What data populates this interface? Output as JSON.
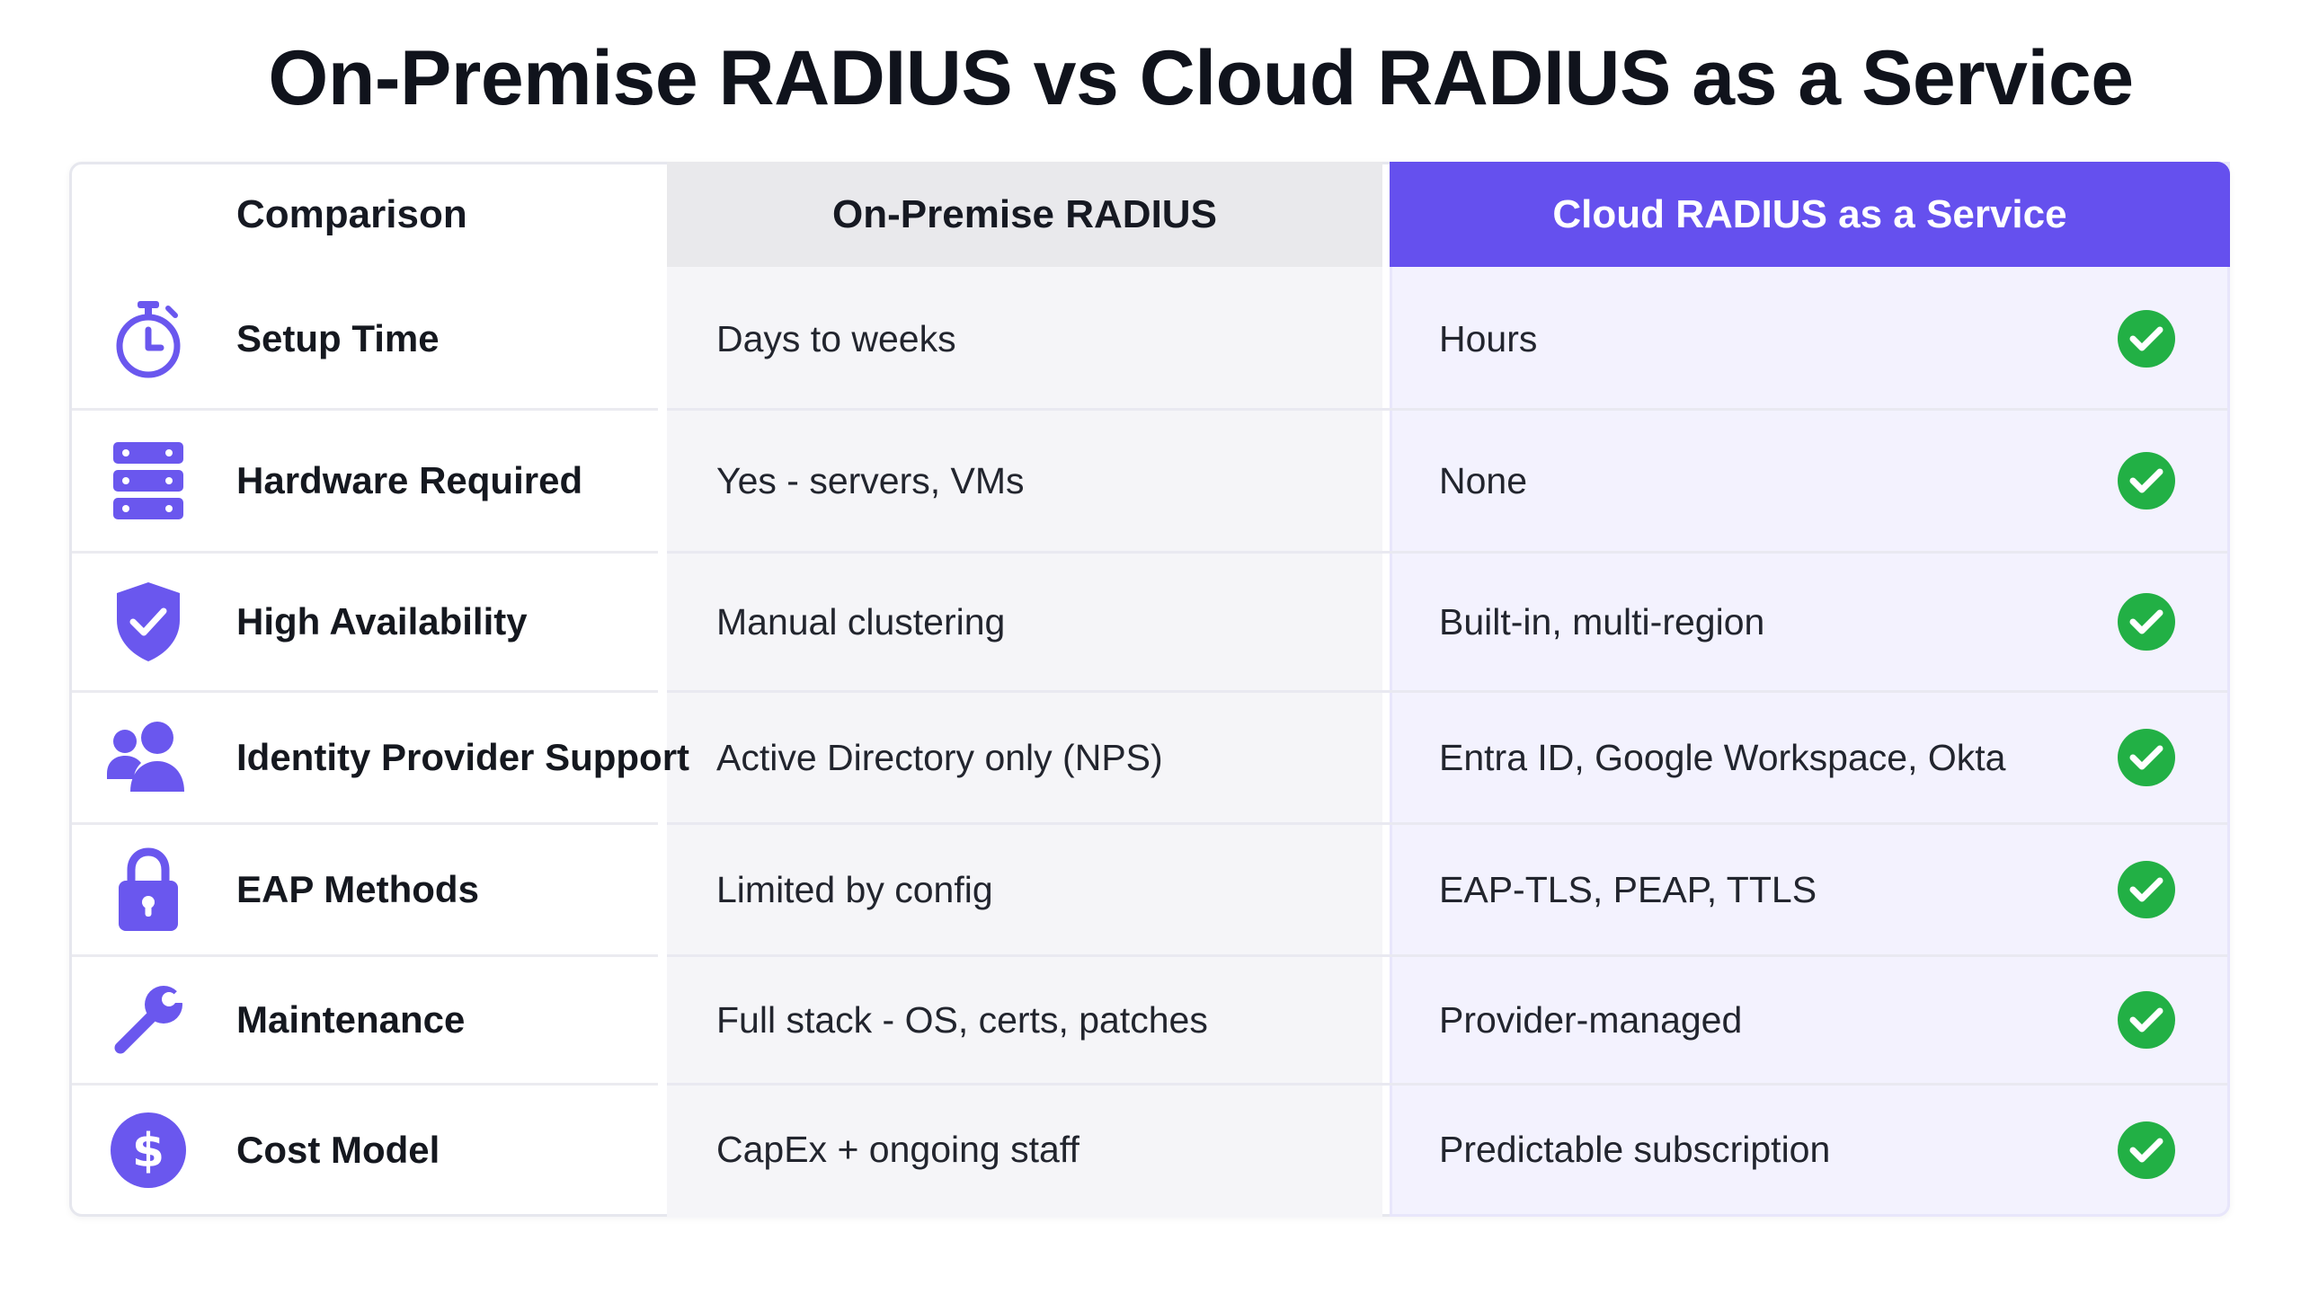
{
  "title": "On-Premise RADIUS vs Cloud RADIUS as a Service",
  "headers": {
    "comparison": "Comparison",
    "on_premise": "On-Premise RADIUS",
    "cloud": "Cloud RADIUS as a Service"
  },
  "colors": {
    "accent": "#6550ee",
    "icon": "#6a57ee",
    "check": "#22b045",
    "on_premise_header": "#e9e9ec"
  },
  "rows": [
    {
      "icon": "stopwatch-icon",
      "label": "Setup Time",
      "on_premise": "Days to weeks",
      "cloud": "Hours",
      "cloud_advantage": true
    },
    {
      "icon": "server-rack-icon",
      "label": "Hardware Required",
      "on_premise": "Yes - servers, VMs",
      "cloud": "None",
      "cloud_advantage": true
    },
    {
      "icon": "shield-check-icon",
      "label": "High Availability",
      "on_premise": "Manual clustering",
      "cloud": "Built-in, multi-region",
      "cloud_advantage": true
    },
    {
      "icon": "users-icon",
      "label": "Identity Provider Support",
      "on_premise": "Active Directory only (NPS)",
      "cloud": "Entra ID, Google Workspace, Okta",
      "cloud_advantage": true
    },
    {
      "icon": "padlock-icon",
      "label": "EAP Methods",
      "on_premise": "Limited by config",
      "cloud": "EAP-TLS, PEAP, TTLS",
      "cloud_advantage": true
    },
    {
      "icon": "wrench-icon",
      "label": "Maintenance",
      "on_premise": "Full stack - OS, certs, patches",
      "cloud": "Provider-managed",
      "cloud_advantage": true
    },
    {
      "icon": "dollar-circle-icon",
      "label": "Cost Model",
      "on_premise": "CapEx + ongoing staff",
      "cloud": "Predictable subscription",
      "cloud_advantage": true
    }
  ]
}
